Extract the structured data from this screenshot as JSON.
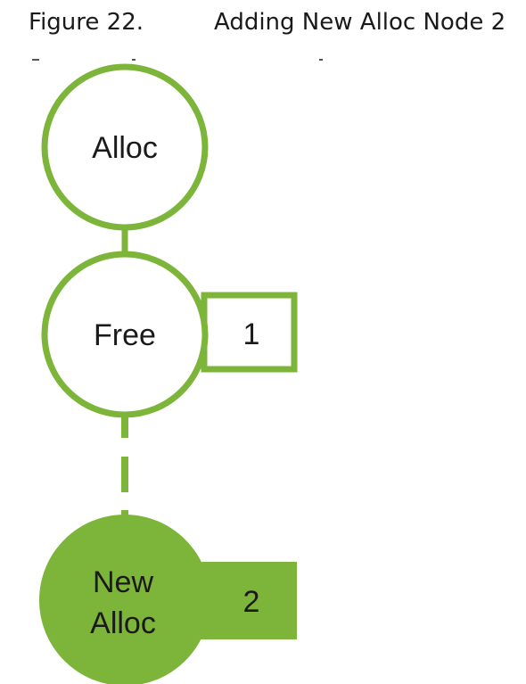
{
  "caption": {
    "figure_number": "Figure 22.",
    "title": "Adding New Alloc Node 2"
  },
  "nodes": {
    "alloc": {
      "label": "Alloc"
    },
    "free": {
      "label": "Free",
      "tag": "1"
    },
    "new_alloc": {
      "label_line1": "New",
      "label_line2": "Alloc",
      "tag": "2"
    }
  },
  "colors": {
    "green": "#7cb53a",
    "node_fill_plain": "#ffffff",
    "text_dark": "#1a1a1a"
  }
}
